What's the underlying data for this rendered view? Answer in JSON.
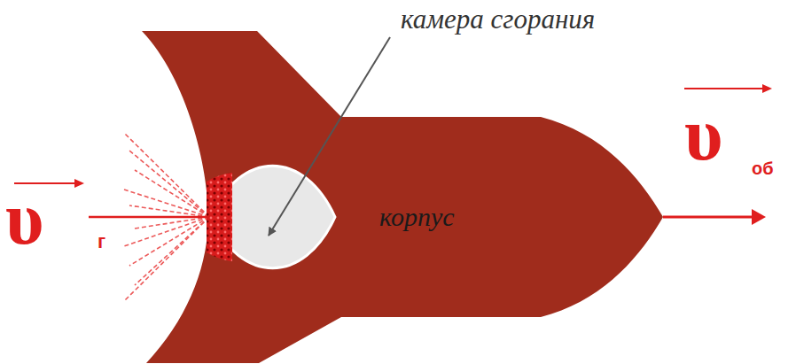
{
  "diagram": {
    "labels": [
      "камера сгорания",
      "корпус",
      "υ",
      "г",
      "υ",
      "об"
    ]
  }
}
